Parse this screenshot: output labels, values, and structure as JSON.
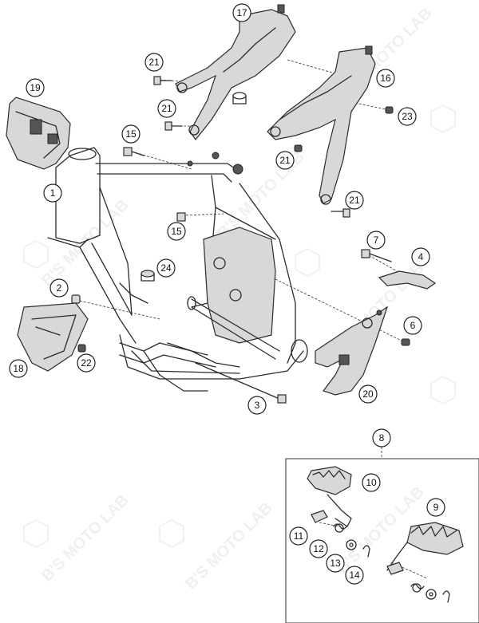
{
  "watermark": {
    "text": "B'S MOTO LAB"
  },
  "callouts": [
    {
      "id": "c1",
      "label": "1"
    },
    {
      "id": "c2",
      "label": "2"
    },
    {
      "id": "c3",
      "label": "3"
    },
    {
      "id": "c4",
      "label": "4"
    },
    {
      "id": "c6",
      "label": "6"
    },
    {
      "id": "c7",
      "label": "7"
    },
    {
      "id": "c8",
      "label": "8"
    },
    {
      "id": "c9",
      "label": "9"
    },
    {
      "id": "c10",
      "label": "10"
    },
    {
      "id": "c11",
      "label": "11"
    },
    {
      "id": "c12",
      "label": "12"
    },
    {
      "id": "c13",
      "label": "13"
    },
    {
      "id": "c14",
      "label": "14"
    },
    {
      "id": "c15a",
      "label": "15"
    },
    {
      "id": "c15b",
      "label": "15"
    },
    {
      "id": "c16",
      "label": "16"
    },
    {
      "id": "c17",
      "label": "17"
    },
    {
      "id": "c18",
      "label": "18"
    },
    {
      "id": "c19",
      "label": "19"
    },
    {
      "id": "c20",
      "label": "20"
    },
    {
      "id": "c21a",
      "label": "21"
    },
    {
      "id": "c21b",
      "label": "21"
    },
    {
      "id": "c21c",
      "label": "21"
    },
    {
      "id": "c21d",
      "label": "21"
    },
    {
      "id": "c22",
      "label": "22"
    },
    {
      "id": "c23",
      "label": "23"
    },
    {
      "id": "c24",
      "label": "24"
    }
  ]
}
